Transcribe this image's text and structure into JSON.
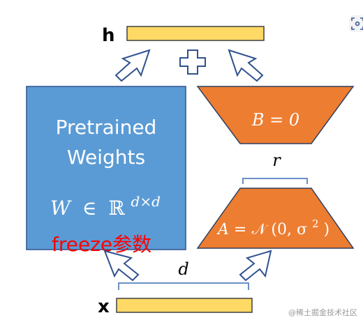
{
  "diagram": {
    "output_label": "h",
    "input_label": "x",
    "pretrained": {
      "title_line1": "Pretrained",
      "title_line2": "Weights",
      "formula_w": "W",
      "formula_in": "∈",
      "formula_r": "ℝ",
      "formula_sup": "d×d"
    },
    "freeze_note": "freeze参数",
    "matrix_b": "B = 0",
    "matrix_a": {
      "lhs": "A = ",
      "n": "𝒩",
      "args": "(0, σ",
      "sup": "2",
      "close": ")"
    },
    "rank_label": "r",
    "dim_label": "d",
    "watermark": "@稀土掘金技术社区",
    "colors": {
      "pretrained_fill": "#5b9bd5",
      "pretrained_stroke": "#2f528f",
      "matrix_fill": "#ed7d31",
      "matrix_stroke": "#2f3f5f",
      "bar_fill": "#ffd966",
      "bar_stroke": "#404040",
      "freeze_text": "#ff0000",
      "bracket": "#6a8fc4"
    }
  }
}
